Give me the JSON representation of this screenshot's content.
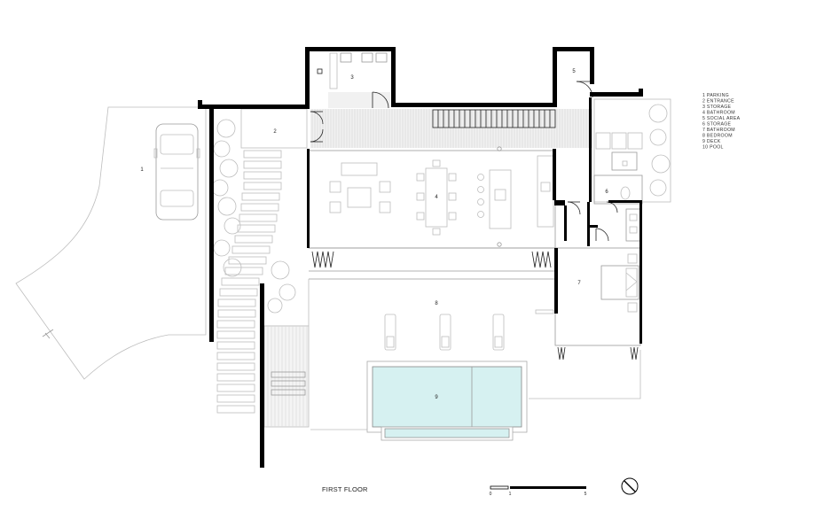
{
  "rooms": [
    {
      "number": "1"
    },
    {
      "number": "2"
    },
    {
      "number": "3"
    },
    {
      "number": "4"
    },
    {
      "number": "5"
    },
    {
      "number": "6"
    },
    {
      "number": "7"
    },
    {
      "number": "8"
    },
    {
      "number": "9"
    }
  ],
  "legend": [
    "1  PARKING",
    "2  ENTRANCE",
    "3  STORAGE",
    "4  BATHROOM",
    "5  SOCIAL AREA",
    "6  STORAGE",
    "7  BATHROOM",
    "8  BEDROOM",
    "9  DECK",
    "10  POOL"
  ],
  "caption": "FIRST FLOOR",
  "scale_bar": {
    "ticks": [
      "0",
      "1",
      "5"
    ]
  },
  "icons": {
    "north": "north-arrow-icon"
  }
}
